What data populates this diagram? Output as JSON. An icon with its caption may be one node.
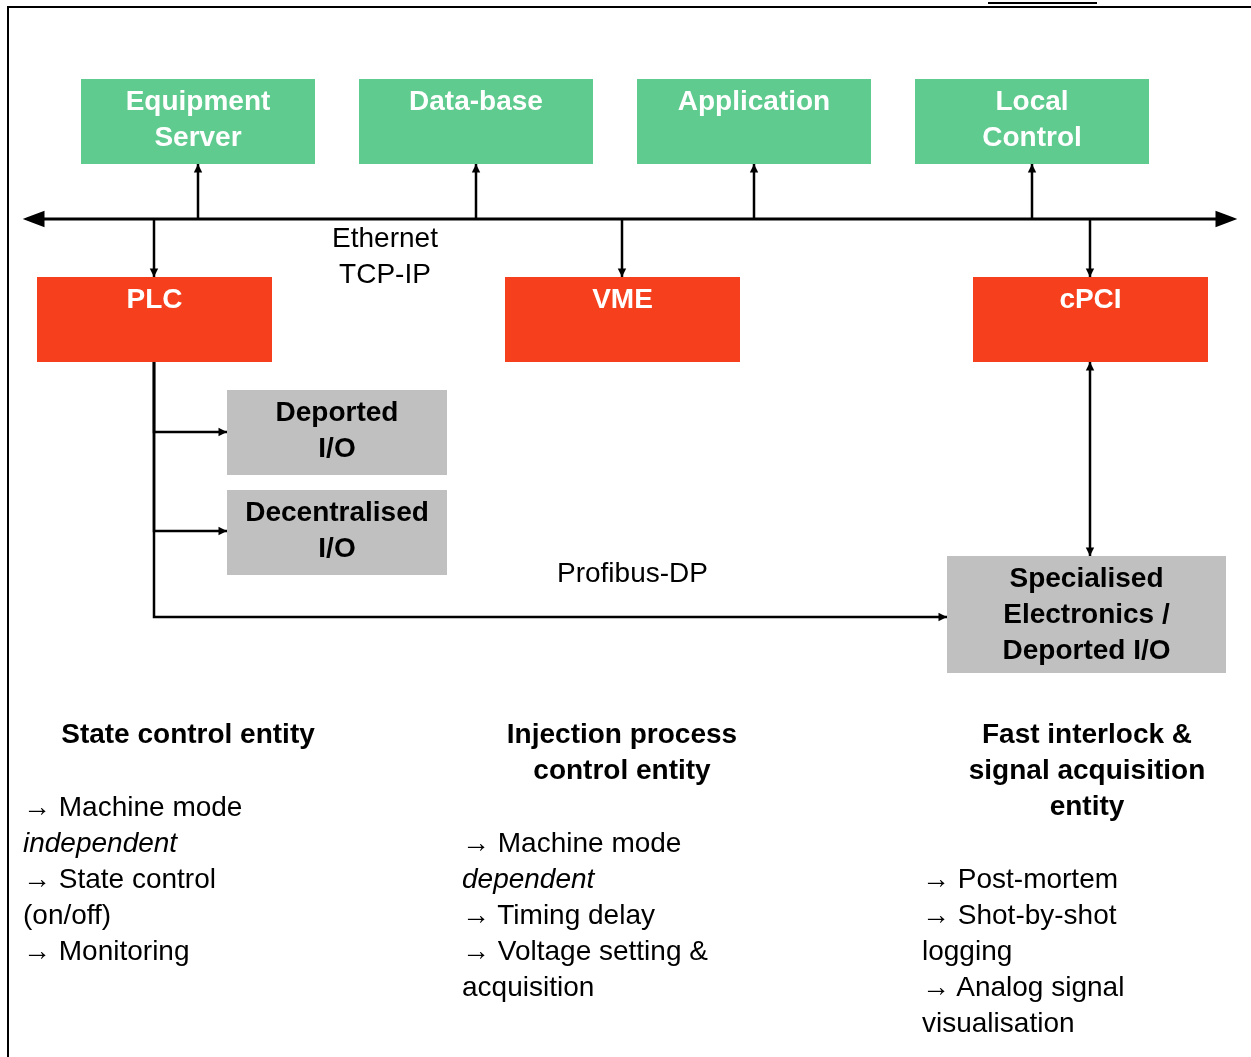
{
  "diagram": {
    "nodes": [
      {
        "text": [
          "Equipment Server"
        ]
      },
      {
        "text": [
          "Data-base"
        ]
      },
      {
        "text": [
          "Application"
        ]
      },
      {
        "text": [
          "Local Control"
        ]
      },
      {
        "text": [],
        "shape": "bar",
        "beside": [
          "Ethernet TCP-IP"
        ]
      },
      {
        "text": [
          "PLC"
        ]
      },
      {
        "text": [
          "VME"
        ]
      },
      {
        "text": [
          "cPCI"
        ]
      },
      {
        "text": [
          "Deported I/O"
        ]
      },
      {
        "text": [
          "Decentralised I/O"
        ]
      },
      {
        "text": [
          "Specialised Electronics / Deported I/O"
        ]
      }
    ],
    "edges": [
      {
        "from": 4,
        "to": 0,
        "arrow": "to"
      },
      {
        "from": 4,
        "to": 1,
        "arrow": "to"
      },
      {
        "from": 4,
        "to": 2,
        "arrow": "to"
      },
      {
        "from": 4,
        "to": 3,
        "arrow": "to"
      },
      {
        "from": 4,
        "to": 5,
        "arrow": "to"
      },
      {
        "from": 4,
        "to": 6,
        "arrow": "to"
      },
      {
        "from": 4,
        "to": 7,
        "arrow": "to"
      },
      {
        "from": 5,
        "to": 8,
        "arrow": "to"
      },
      {
        "from": 5,
        "to": 9,
        "arrow": "to"
      },
      {
        "from": 5,
        "to": 10,
        "arrow": "to",
        "label": "Profibus-DP"
      },
      {
        "from": 7,
        "to": 10,
        "arrow": "both"
      }
    ],
    "labels": [
      "State control entity",
      "→ Machine mode *independent*",
      "→ State control (on/off)",
      "→ Monitoring",
      "Injection process control entity",
      "→ Machine mode *dependent*",
      "→ Timing delay",
      "→ Voltage setting & acquisition",
      "Fast interlock & signal acquisition entity",
      "→ Post-mortem",
      "→ Shot-by-shot logging",
      "→ Analog signal visualisation"
    ]
  }
}
